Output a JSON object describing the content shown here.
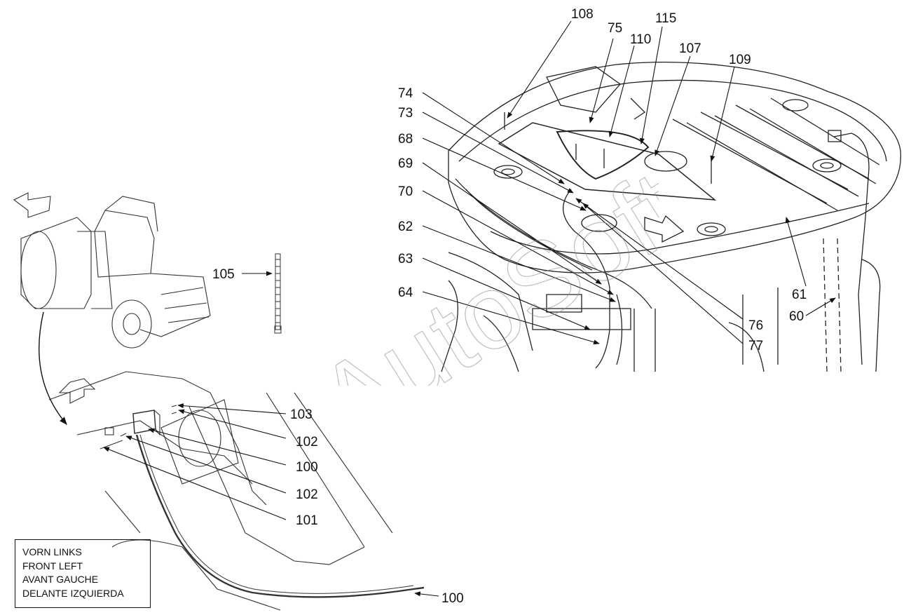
{
  "watermark": "AutoSoft",
  "legend": {
    "lines": [
      "VORN LINKS",
      "FRONT LEFT",
      "AVANT GAUCHE",
      "DELANTE IZQUIERDA"
    ]
  },
  "callouts": {
    "c108": "108",
    "c75": "75",
    "c115": "115",
    "c110": "110",
    "c107": "107",
    "c109": "109",
    "c74": "74",
    "c73": "73",
    "c68": "68",
    "c69": "69",
    "c70": "70",
    "c62": "62",
    "c63": "63",
    "c64": "64",
    "c105": "105",
    "c61": "61",
    "c60": "60",
    "c76": "76",
    "c77": "77",
    "c103": "103",
    "c102a": "102",
    "c100a": "100",
    "c102b": "102",
    "c101": "101",
    "c100b": "100"
  }
}
